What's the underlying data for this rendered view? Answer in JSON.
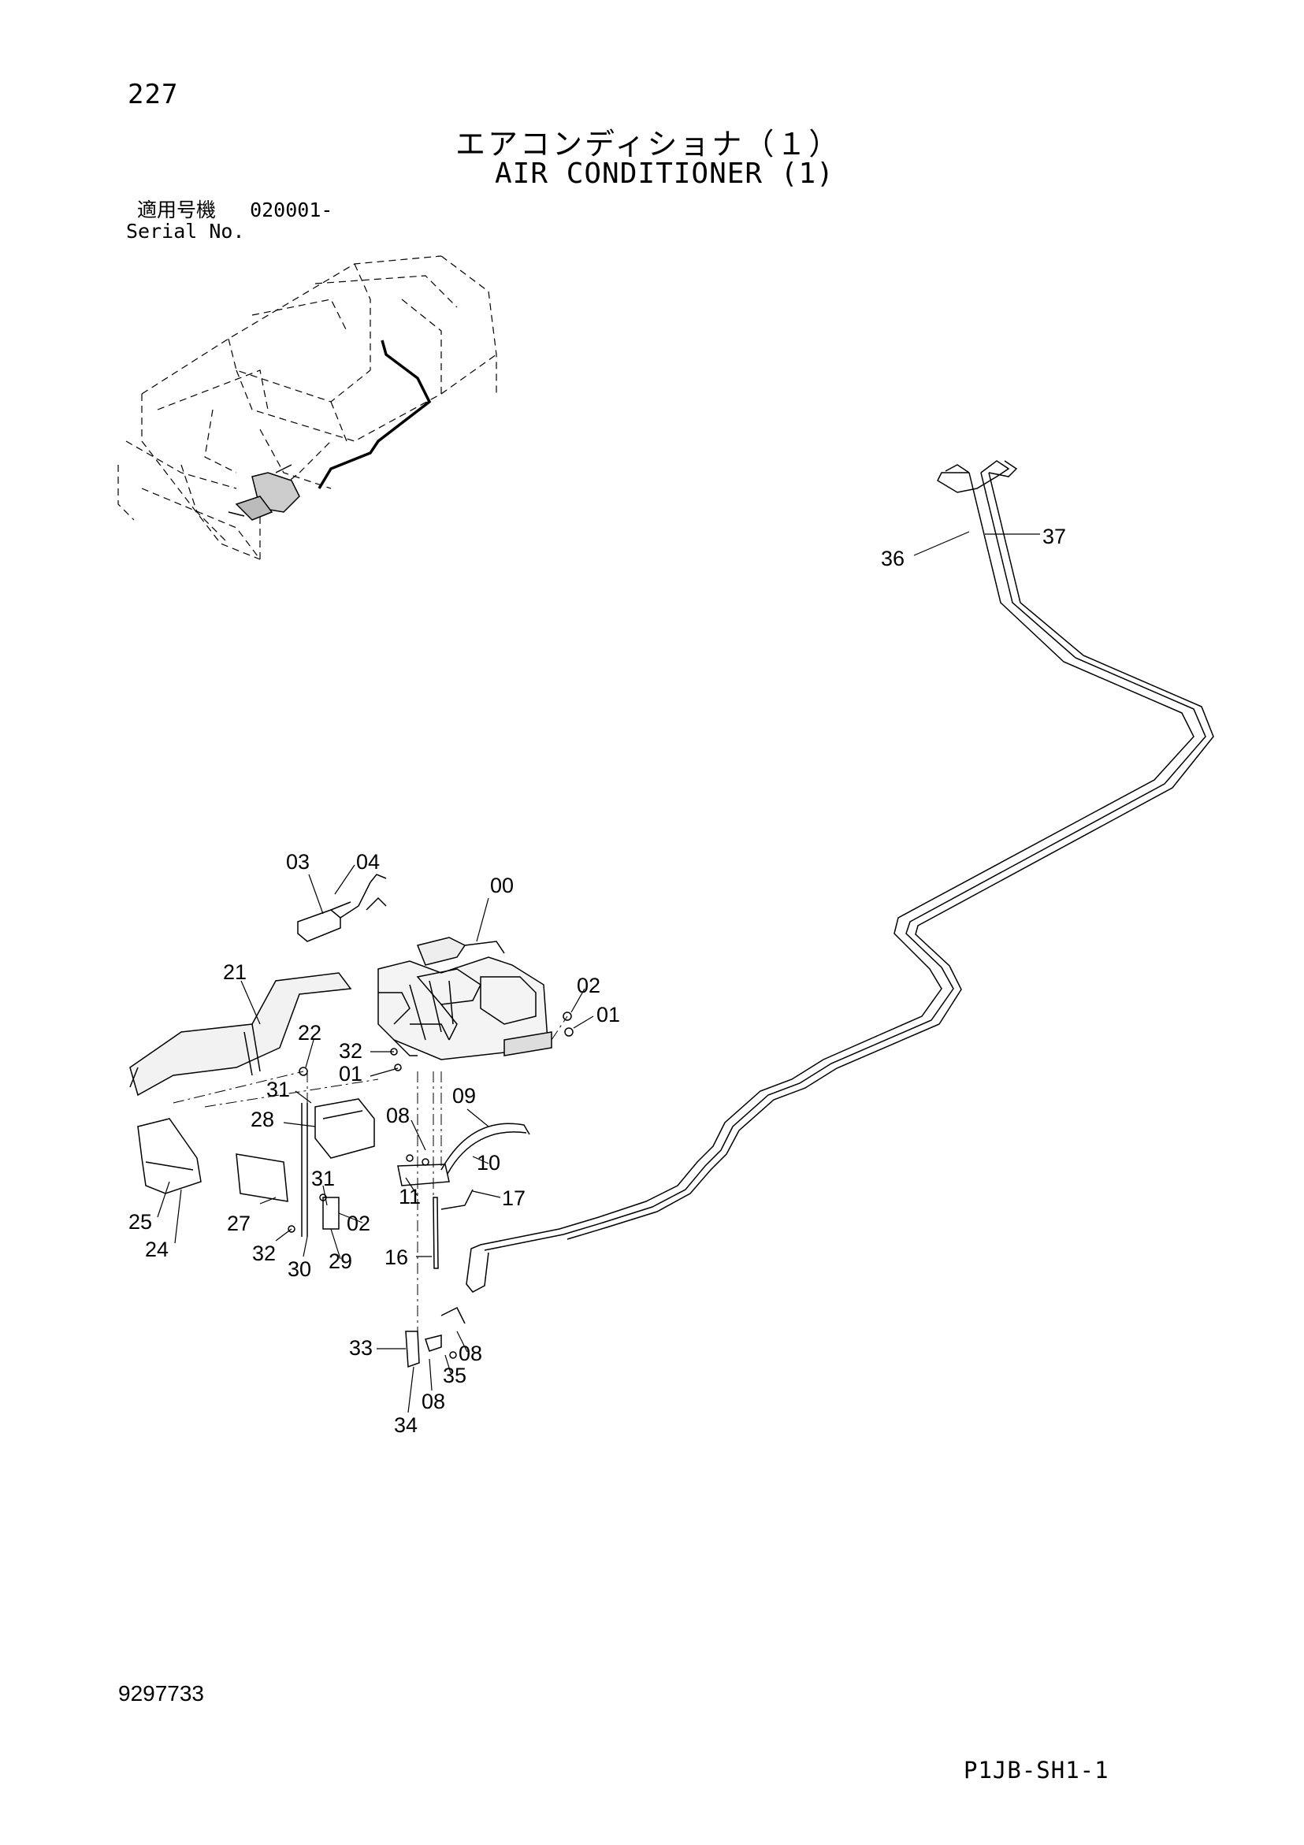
{
  "header": {
    "page_number": "227",
    "title_ja": "エアコンディショナ（１）",
    "title_en": "AIR CONDITIONER (1)",
    "serial_label_ja": "適用号機",
    "serial_value": "020001-",
    "serial_label_en": "Serial No."
  },
  "footer": {
    "drawing_code": "9297733",
    "sheet_code": "P1JB-SH1-1"
  },
  "callouts": {
    "c36": "36",
    "c37": "37",
    "c03": "03",
    "c04": "04",
    "c00": "00",
    "c21": "21",
    "c02a": "02",
    "c01a": "01",
    "c22": "22",
    "c32a": "32",
    "c01b": "01",
    "c31a": "31",
    "c28": "28",
    "c08a": "08",
    "c09": "09",
    "c10": "10",
    "c11": "11",
    "c17": "17",
    "c31b": "31",
    "c02b": "02",
    "c25": "25",
    "c24": "24",
    "c27": "27",
    "c32b": "32",
    "c30": "30",
    "c29": "29",
    "c16": "16",
    "c33": "33",
    "c08b": "08",
    "c35": "35",
    "c08c": "08",
    "c34": "34"
  },
  "colors": {
    "ink": "#000000",
    "paper": "#ffffff"
  }
}
